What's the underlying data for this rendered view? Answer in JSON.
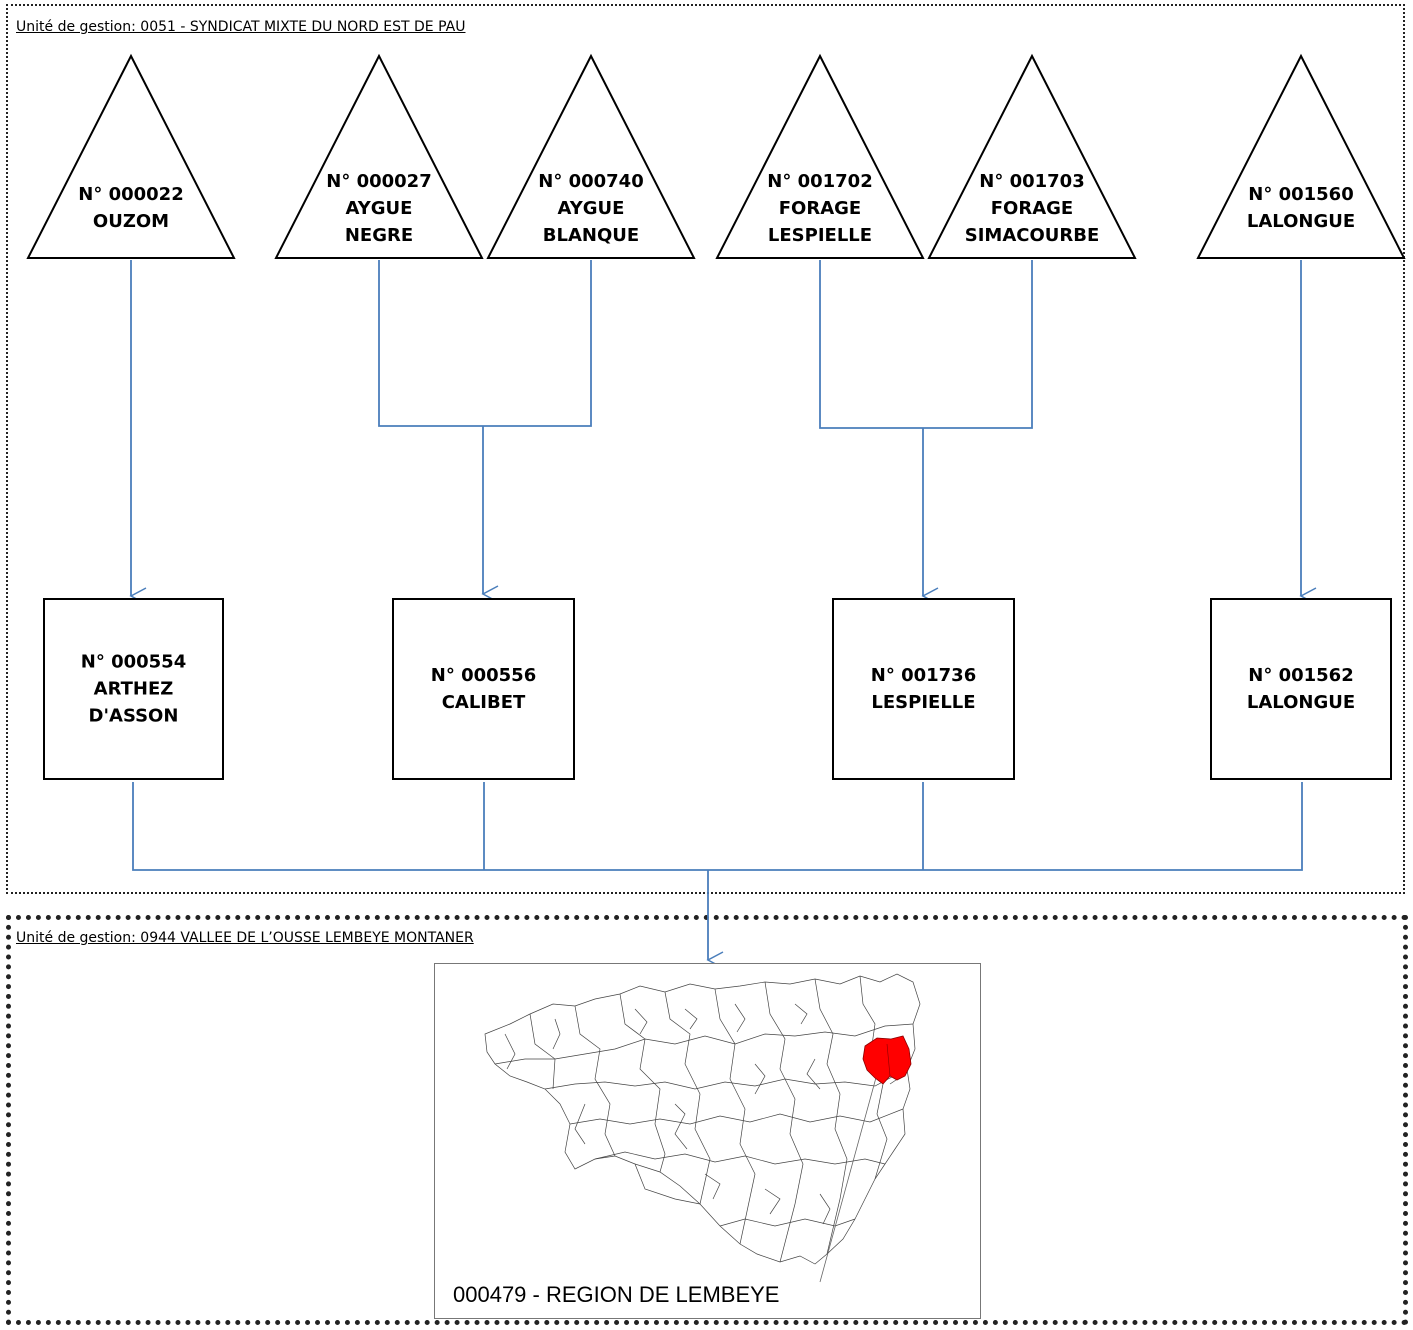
{
  "management_units": {
    "top": "Unité de gestion: 0051 - SYNDICAT MIXTE DU NORD EST DE PAU",
    "bottom": "Unité de gestion: 0944 VALLEE DE L’OUSSE LEMBEYE MONTANER"
  },
  "sources": [
    {
      "lines": [
        "N° 000022",
        "OUZOM"
      ]
    },
    {
      "lines": [
        "N° 000027",
        "AYGUE",
        "NEGRE"
      ]
    },
    {
      "lines": [
        "N° 000740",
        "AYGUE",
        "BLANQUE"
      ]
    },
    {
      "lines": [
        "N° 001702",
        "FORAGE",
        "LESPIELLE"
      ]
    },
    {
      "lines": [
        "N° 001703",
        "FORAGE",
        "SIMACOURBE"
      ]
    },
    {
      "lines": [
        "N° 001560",
        "LALONGUE"
      ]
    }
  ],
  "stations": [
    {
      "lines": [
        "N° 000554",
        "ARTHEZ",
        "D'ASSON"
      ]
    },
    {
      "lines": [
        "N° 000556",
        "CALIBET"
      ]
    },
    {
      "lines": [
        "N° 001736",
        "LESPIELLE"
      ]
    },
    {
      "lines": [
        "N° 001562",
        "LALONGUE"
      ]
    }
  ],
  "destination": {
    "label": "000479 - REGION DE LEMBEYE"
  },
  "colors": {
    "connector": "#4a7ebb",
    "highlight": "#ff0000",
    "outline": "#000000"
  }
}
